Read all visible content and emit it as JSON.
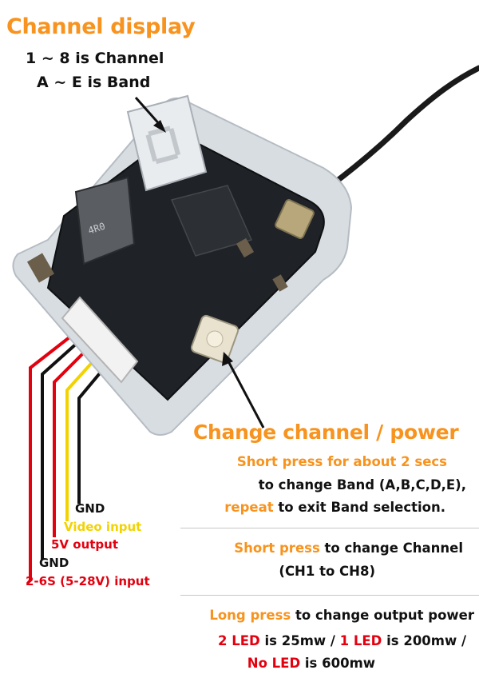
{
  "title": "Channel display",
  "subtitle_line1": "1 ~ 8 is Channel",
  "subtitle_line2": "A ~ E is Band",
  "seven_segment_digit": "0",
  "button_section": {
    "title": "Change channel / power",
    "line1": "Short press for about 2 secs",
    "line2": "to change Band (A,B,C,D,E),",
    "line3_hl": "repeat",
    "line3_rest": " to exit Band selection.",
    "line4_hl": "Short press",
    "line4_rest": " to change Channel",
    "line5": "(CH1 to CH8)",
    "line6_hl": "Long press",
    "line6_rest": " to change output power",
    "line7_a": "2 LED",
    "line7_b": " is 25mw / ",
    "line7_c": "1 LED",
    "line7_d": " is 200mw /",
    "line8_a": "No LED",
    "line8_b": " is 600mw"
  },
  "wires": [
    {
      "label": "GND",
      "color": "#111111"
    },
    {
      "label": "Video input",
      "color": "#f2d300"
    },
    {
      "label": "5V output",
      "color": "#e3000f"
    },
    {
      "label": "GND",
      "color": "#111111"
    },
    {
      "label": "2-6S (5-28V) input",
      "color": "#e3000f"
    }
  ],
  "colors": {
    "accent": "#f7931e",
    "red": "#e3000f",
    "yellow": "#f2d300",
    "text": "#111111"
  }
}
